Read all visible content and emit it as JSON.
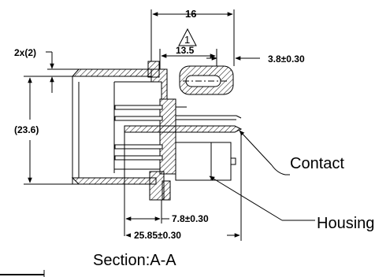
{
  "dimensions": {
    "top_width": "16",
    "note_number": "1",
    "inner_width": "13.5",
    "pin_offset": "3.8±0.30",
    "slot_count": "2x(2)",
    "height": "(23.6)",
    "pin_length": "7.8±0.30",
    "overall_length": "25.85±0.30"
  },
  "callouts": {
    "contact": "Contact",
    "housing": "Housing"
  },
  "section_title": "Section:A-A"
}
